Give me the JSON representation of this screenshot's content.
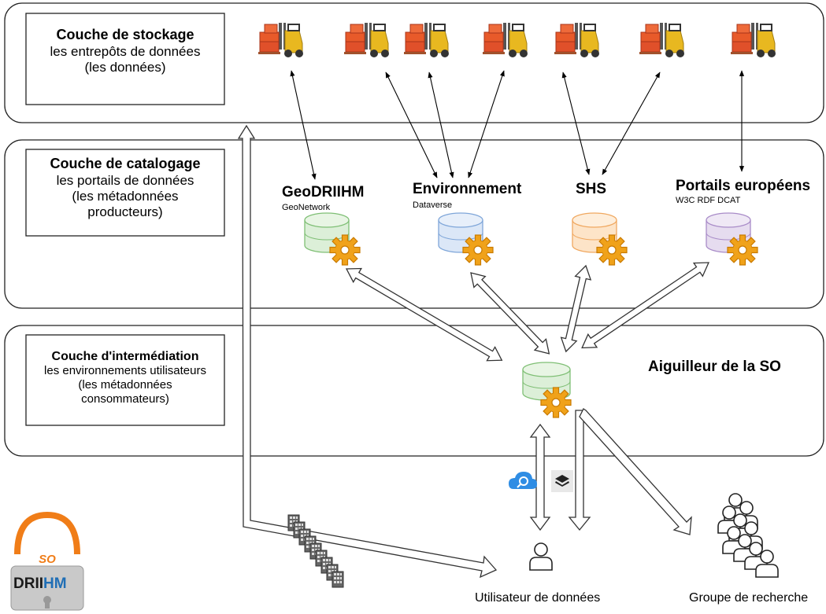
{
  "layers": {
    "storage": {
      "title": "Couche de stockage",
      "line1": "les entrepôts de données",
      "line2": "(les données)"
    },
    "catalog": {
      "title": "Couche de catalogage",
      "line1": "les portails de données",
      "line2": "(les métadonnées",
      "line3": "producteurs)"
    },
    "intermediation": {
      "title": "Couche d'intermédiation",
      "line1": "les environnements utilisateurs",
      "line2": "(les métadonnées",
      "line3": "consommateurs)"
    }
  },
  "portals": [
    {
      "title": "GeoDRIIHM",
      "subtitle": "GeoNetwork",
      "color": "#dcefd8",
      "stroke": "#7fbf75"
    },
    {
      "title": "Environnement",
      "subtitle": "Dataverse",
      "color": "#dbe7f7",
      "stroke": "#7fa6d9"
    },
    {
      "title": "SHS",
      "subtitle": "",
      "color": "#fde4c8",
      "stroke": "#f0a860"
    },
    {
      "title": "Portails européens",
      "subtitle": "W3C  RDF DCAT",
      "color": "#e6dcef",
      "stroke": "#a98cc8"
    }
  ],
  "switch": {
    "title": "Aiguilleur de la SO",
    "color": "#dcefd8",
    "stroke": "#7fbf75"
  },
  "bottom": {
    "user_label": "Utilisateur de données",
    "group_label": "Groupe de recherche"
  },
  "logo": {
    "top": "SO",
    "main_a": "DRII",
    "main_b": "HM"
  },
  "colors": {
    "gear": "#f0a21a",
    "gear_dark": "#c97a00",
    "forklift": "#e8b820",
    "crate": "#e85a2a",
    "search_blue": "#2f8de4",
    "logo_orange": "#f07d18",
    "logo_blue": "#1f6eb5"
  }
}
